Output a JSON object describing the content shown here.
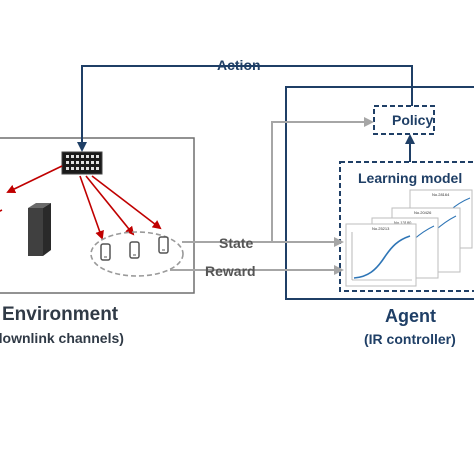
{
  "labels": {
    "action": "Action",
    "state": "State",
    "reward": "Reward",
    "policy": "Policy",
    "learning_model": "Learning model",
    "environment": "Environment",
    "environment_sub": "downlink channels)",
    "agent": "Agent",
    "agent_sub": "(IR controller)"
  },
  "mini_plot_titles": [
    "No.25213",
    "No.13180",
    "No.20426",
    "No.28164"
  ],
  "colors": {
    "dark_blue": "#1f3f66",
    "arrow_blue": "#1f3f66",
    "gray_arrow": "#a6a6a6",
    "red_arrow": "#c00000",
    "device_gray": "#7f7f7f",
    "curve_blue": "#2e75b6"
  },
  "icons": [
    "ir-transmitter-icon",
    "server-icon",
    "phone-icon",
    "phone-icon",
    "phone-icon"
  ]
}
